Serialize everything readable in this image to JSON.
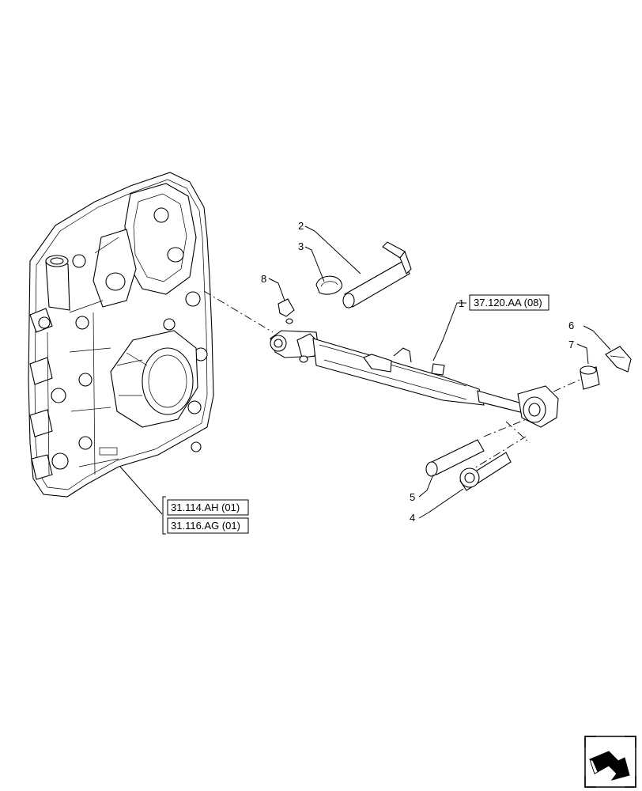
{
  "callouts": [
    {
      "id": "c1",
      "label": "1"
    },
    {
      "id": "c2",
      "label": "2"
    },
    {
      "id": "c3",
      "label": "3"
    },
    {
      "id": "c4",
      "label": "4"
    },
    {
      "id": "c5",
      "label": "5"
    },
    {
      "id": "c6",
      "label": "6"
    },
    {
      "id": "c7",
      "label": "7"
    },
    {
      "id": "c8",
      "label": "8"
    }
  ],
  "references": {
    "top_link_ref": "37.120.AA (08)",
    "housing_ref_1": "31.114.AH (01)",
    "housing_ref_2": "31.116.AG (01)"
  },
  "icons": {
    "nav_icon": "next-page-arrow-icon"
  }
}
